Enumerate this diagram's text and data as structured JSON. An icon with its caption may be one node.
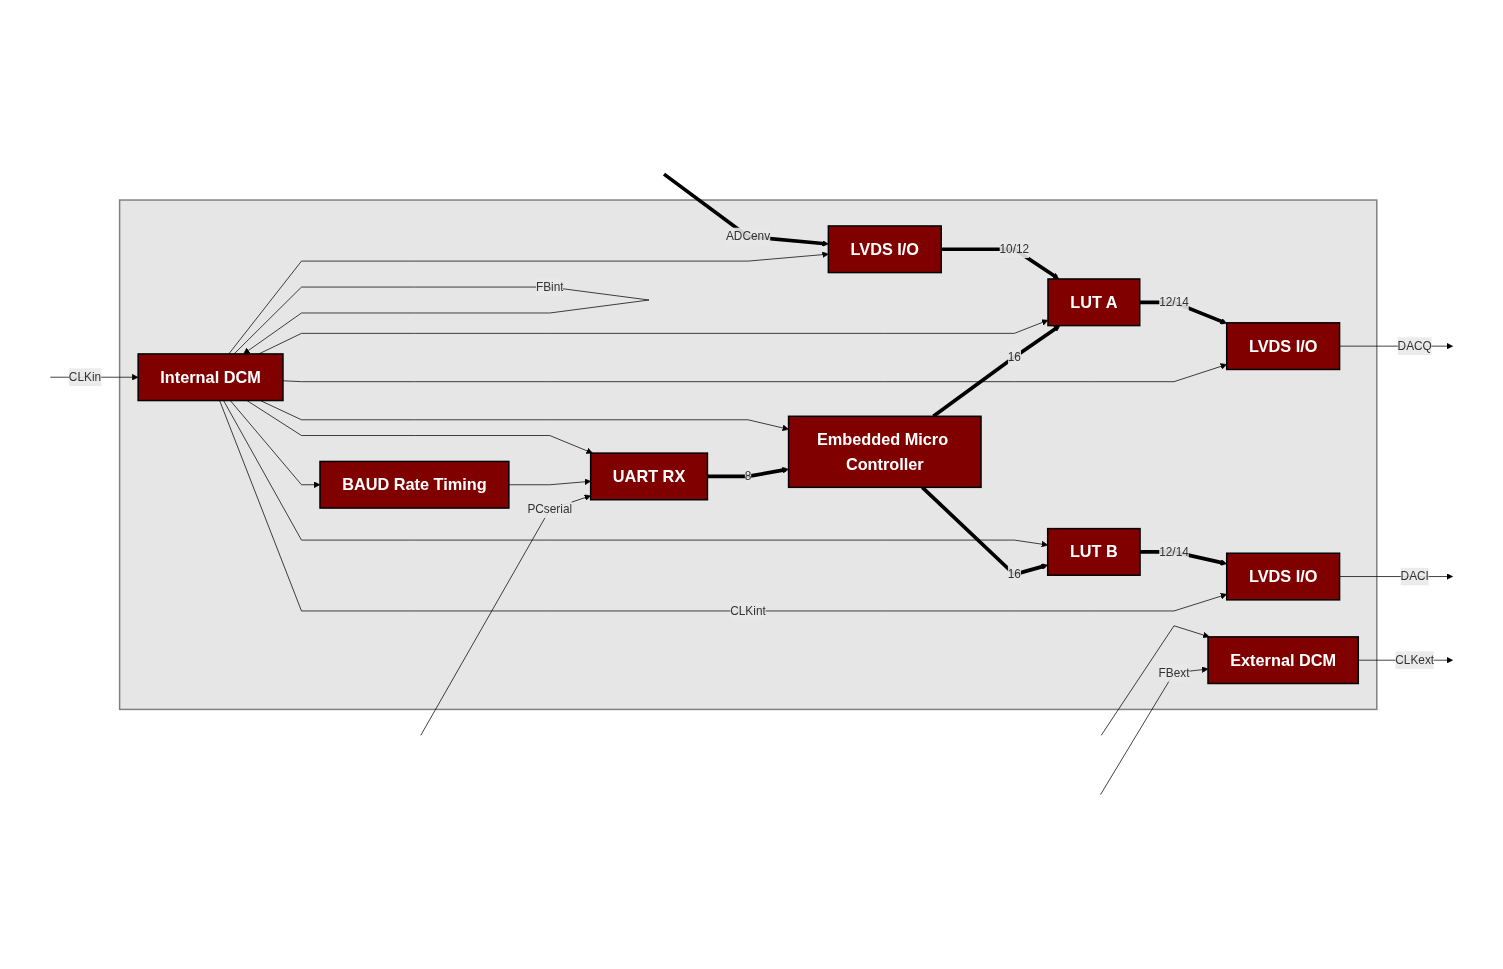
{
  "diagram": {
    "nodes": [
      {
        "text": [],
        "shape": "box"
      },
      {
        "text": [
          "LVDS I/O"
        ],
        "in": 0
      },
      {
        "text": [
          "LVDS I/O"
        ],
        "in": 0
      },
      {
        "text": [
          "LVDS I/O"
        ],
        "in": 0
      },
      {
        "text": [
          "LUT A"
        ],
        "in": 0
      },
      {
        "text": [
          "LUT B"
        ],
        "in": 0
      },
      {
        "text": [
          "Internal DCM"
        ],
        "in": 0
      },
      {
        "text": [
          "BAUD Rate Timing"
        ],
        "in": 0
      },
      {
        "text": [
          "UART RX"
        ],
        "in": 0
      },
      {
        "text": [
          "Embedded Micro Controller"
        ],
        "in": 0
      },
      {
        "text": [
          "External DCM"
        ],
        "in": 0
      }
    ],
    "edges": [
      {
        "from": 1,
        "to": null,
        "arrow": "to",
        "label": "DACI"
      },
      {
        "from": 2,
        "to": null,
        "arrow": "to",
        "label": "DACQ"
      },
      {
        "from": null,
        "to": 3,
        "arrow": "to",
        "label": "ADCenv",
        "style": "thick"
      },
      {
        "from": 3,
        "to": 4,
        "arrow": "to",
        "label": "10/12",
        "style": "thick"
      },
      {
        "from": 5,
        "to": 1,
        "arrow": "to",
        "label": "12/14",
        "style": "thick"
      },
      {
        "from": 4,
        "to": 2,
        "arrow": "to",
        "label": "12/14",
        "style": "thick"
      },
      {
        "from": 6,
        "to": 6,
        "arrow": "to",
        "label": "FBint"
      },
      {
        "from": 6,
        "to": 1,
        "arrow": "to",
        "label": "CLKint"
      },
      {
        "from": 6,
        "to": 2,
        "arrow": "to"
      },
      {
        "from": 6,
        "to": 3,
        "arrow": "to"
      },
      {
        "from": 6,
        "to": 4,
        "arrow": "to"
      },
      {
        "from": 6,
        "to": 5,
        "arrow": "to"
      },
      {
        "from": 6,
        "to": 9,
        "arrow": "to"
      },
      {
        "from": 6,
        "to": 7,
        "arrow": "to"
      },
      {
        "from": 6,
        "to": 8,
        "arrow": "to"
      },
      {
        "from": 9,
        "to": 4,
        "arrow": "to",
        "label": "16",
        "style": "thick"
      },
      {
        "from": 9,
        "to": 5,
        "arrow": "to",
        "label": "16",
        "style": "thick"
      },
      {
        "from": 7,
        "to": 8,
        "arrow": "to"
      },
      {
        "from": null,
        "to": 8,
        "arrow": "to",
        "label": "PCserial"
      },
      {
        "from": 8,
        "to": 9,
        "arrow": "to",
        "label": "8",
        "style": "thick"
      },
      {
        "from": null,
        "to": 6,
        "arrow": "to",
        "label": "CLKin"
      },
      {
        "from": null,
        "to": 10,
        "arrow": "to"
      },
      {
        "from": 10,
        "to": null,
        "arrow": "to",
        "label": "CLKext"
      },
      {
        "from": null,
        "to": 10,
        "arrow": "to",
        "label": "FBext"
      }
    ]
  }
}
